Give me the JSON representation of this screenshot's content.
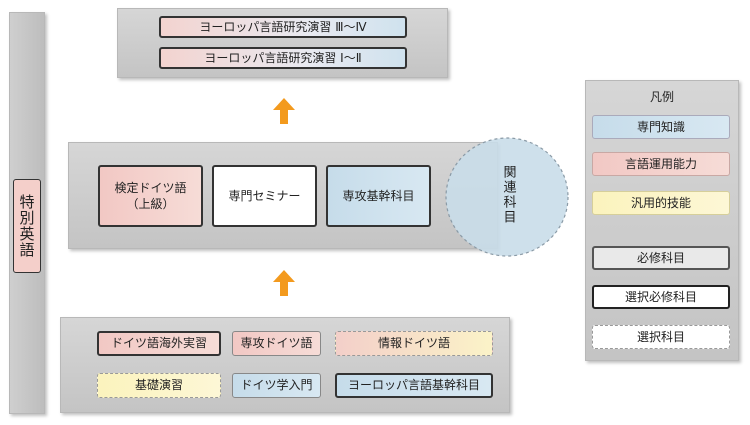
{
  "side": {
    "label": "特別英語"
  },
  "top": {
    "items": [
      {
        "label": "ヨーロッパ言語研究演習 Ⅲ〜Ⅳ"
      },
      {
        "label": "ヨーロッパ言語研究演習 Ⅰ〜Ⅱ"
      }
    ]
  },
  "middle": {
    "items": [
      {
        "label": "検定ドイツ語\n（上級）"
      },
      {
        "label": "専門セミナー"
      },
      {
        "label": "専攻基幹科目"
      }
    ],
    "related": "関連科目"
  },
  "bottom": {
    "items": [
      {
        "label": "ドイツ語海外実習"
      },
      {
        "label": "専攻ドイツ語"
      },
      {
        "label": "情報ドイツ語"
      },
      {
        "label": "基礎演習"
      },
      {
        "label": "ドイツ学入門"
      },
      {
        "label": "ヨーロッパ言語基幹科目"
      }
    ]
  },
  "legend": {
    "title": "凡例",
    "items": [
      {
        "label": "専門知識"
      },
      {
        "label": "言語運用能力"
      },
      {
        "label": "汎用的技能"
      },
      {
        "label": "必修科目"
      },
      {
        "label": "選択必修科目"
      },
      {
        "label": "選択科目"
      }
    ]
  },
  "colors": {
    "arrow": "#f39a1e",
    "circle": "#c9dde9",
    "panel": "#cfcfcf"
  }
}
